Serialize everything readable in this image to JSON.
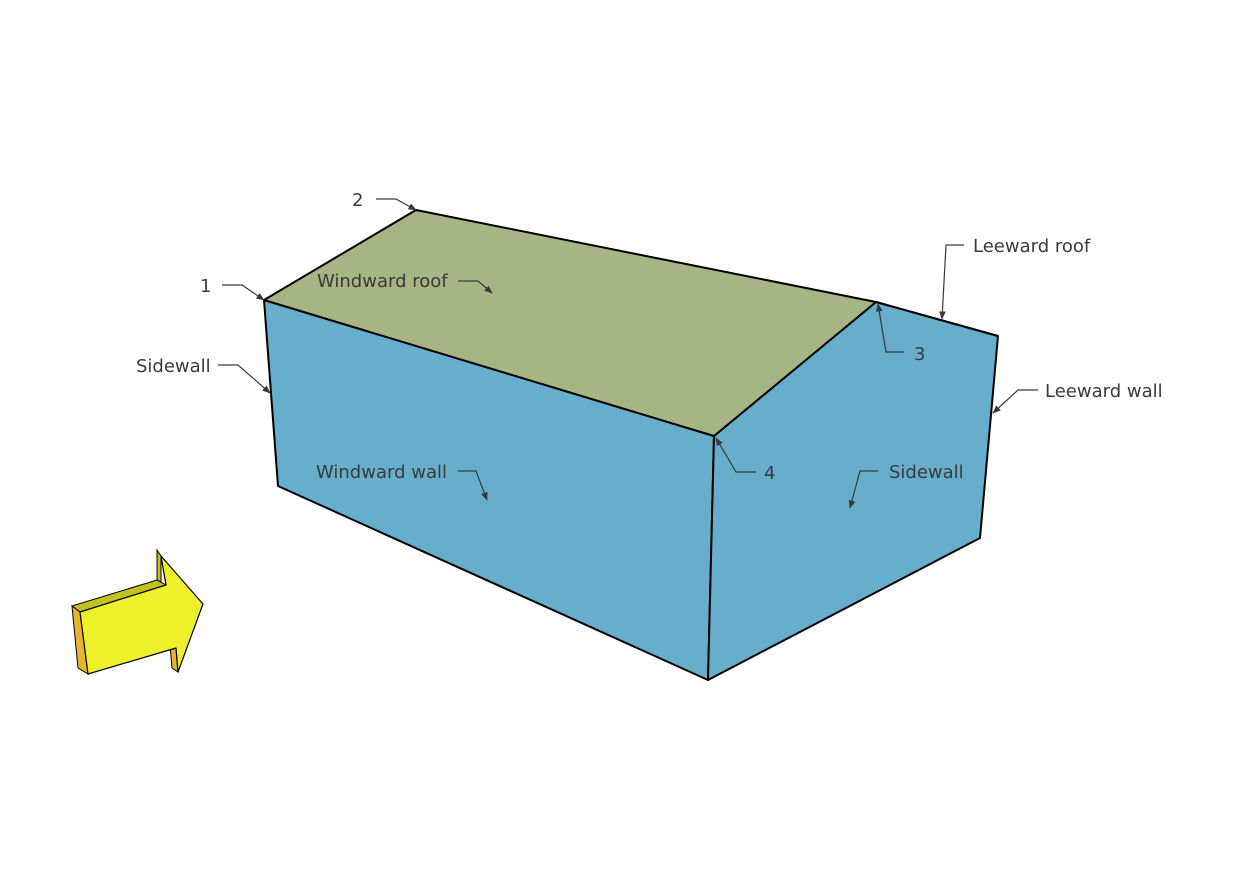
{
  "colors": {
    "background": "#ffffff",
    "wall": "#67aecd",
    "roof": "#a5b584",
    "arrow_face": "#eef02c",
    "arrow_side": "#c1c11f",
    "arrow_edge": "#e8b52a",
    "edge": "#000000",
    "label_text": "#3a3a3a"
  },
  "labels": {
    "windward_roof": "Windward roof",
    "leeward_roof": "Leeward roof",
    "windward_wall": "Windward wall",
    "leeward_wall": "Leeward wall",
    "sidewall_left": "Sidewall",
    "sidewall_right": "Sidewall",
    "corner_1": "1",
    "corner_2": "2",
    "corner_3": "3",
    "corner_4": "4"
  },
  "icons": {
    "wind_direction": "wind-direction-arrow-icon"
  }
}
